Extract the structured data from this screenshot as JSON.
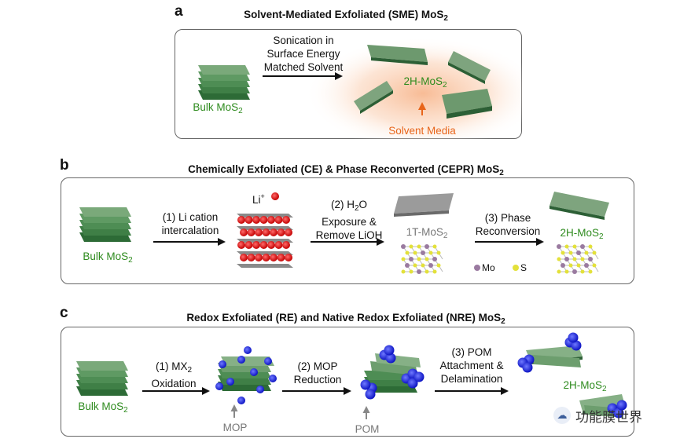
{
  "panel_a": {
    "letter": "a",
    "title": "Solvent-Mediated Exfoliated (SME) MoS",
    "title_sub": "2",
    "bulk_label": "Bulk MoS",
    "bulk_sub": "2",
    "arrow_lines": [
      "Sonication in",
      "Surface Energy",
      "Matched Solvent"
    ],
    "product_label": "2H-MoS",
    "product_sub": "2",
    "solvent_label": "Solvent Media"
  },
  "panel_b": {
    "letter": "b",
    "title": "Chemically Exfoliated (CE) & Phase Reconverted (CEPR) MoS",
    "title_sub": "2",
    "bulk_label": "Bulk MoS",
    "bulk_sub": "2",
    "step1_lines": [
      "(1) Li cation",
      "intercalation"
    ],
    "li_label": "Li",
    "li_sup": "+",
    "step2_line1": "(2) H",
    "step2_line1_sub": "2",
    "step2_line1_end": "O",
    "step2_line2": "Exposure &",
    "step2_line3": "Remove LiOH",
    "t1_label": "1T-MoS",
    "t1_sub": "2",
    "step3_lines": [
      "(3) Phase",
      "Reconversion"
    ],
    "product_label": "2H-MoS",
    "product_sub": "2",
    "legend_mo": "Mo",
    "legend_s": "S"
  },
  "panel_c": {
    "letter": "c",
    "title": "Redox Exfoliated (RE) and Native Redox Exfoliated (NRE) MoS",
    "title_sub": "2",
    "bulk_label": "Bulk MoS",
    "bulk_sub": "2",
    "step1_line1": "(1) MX",
    "step1_line1_sub": "2",
    "step1_line2": "Oxidation",
    "mop_label": "MOP",
    "step2_lines": [
      "(2) MOP",
      "Reduction"
    ],
    "pom_label": "POM",
    "step3_lines": [
      "(3) POM",
      "Attachment &",
      "Delamination"
    ],
    "product_label": "2H-MoS",
    "product_sub": "2"
  },
  "watermark": "功能膜世界",
  "colors": {
    "green_text": "#2e8b1e",
    "sheet_top": "#7ea77e",
    "sheet_dark": "#1f5a2c",
    "orange": "#e8651a",
    "li_red": "#e8141b",
    "blue_particle": "#1a24e6",
    "mo_atom": "#9a7aa0",
    "s_atom": "#e3e13a"
  }
}
